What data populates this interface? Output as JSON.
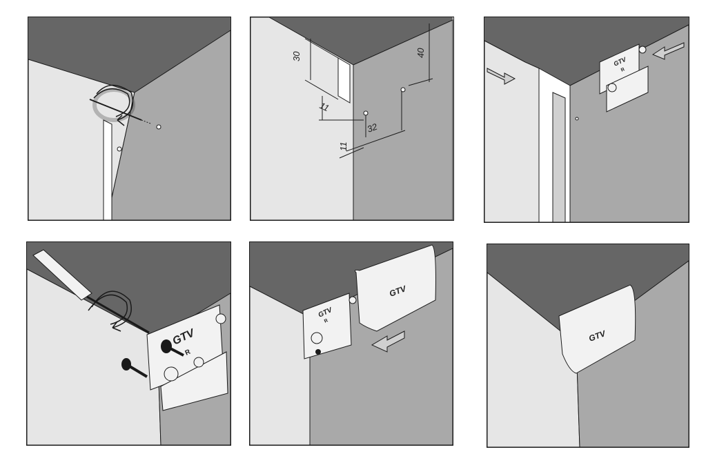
{
  "steps": [
    {
      "id": 1,
      "name": "drill-holes"
    },
    {
      "id": 2,
      "name": "hole-dimensions"
    },
    {
      "id": 3,
      "name": "insert-hanger"
    },
    {
      "id": 4,
      "name": "screw-hanger"
    },
    {
      "id": 5,
      "name": "slide-cover"
    },
    {
      "id": 6,
      "name": "finished-cover"
    }
  ],
  "dimensions": {
    "d30": "30",
    "d40": "40",
    "d11_a": "11",
    "d11_b": "11",
    "d32": "32"
  },
  "hanger": {
    "brand": "GTV",
    "side": "R"
  },
  "cover": {
    "brand": "GTV"
  },
  "colors": {
    "top": "#666666",
    "side_light": "#e6e6e6",
    "side_dark": "#a8a8a8",
    "outline": "#1a1a1a",
    "part": "#f2f2f2"
  }
}
